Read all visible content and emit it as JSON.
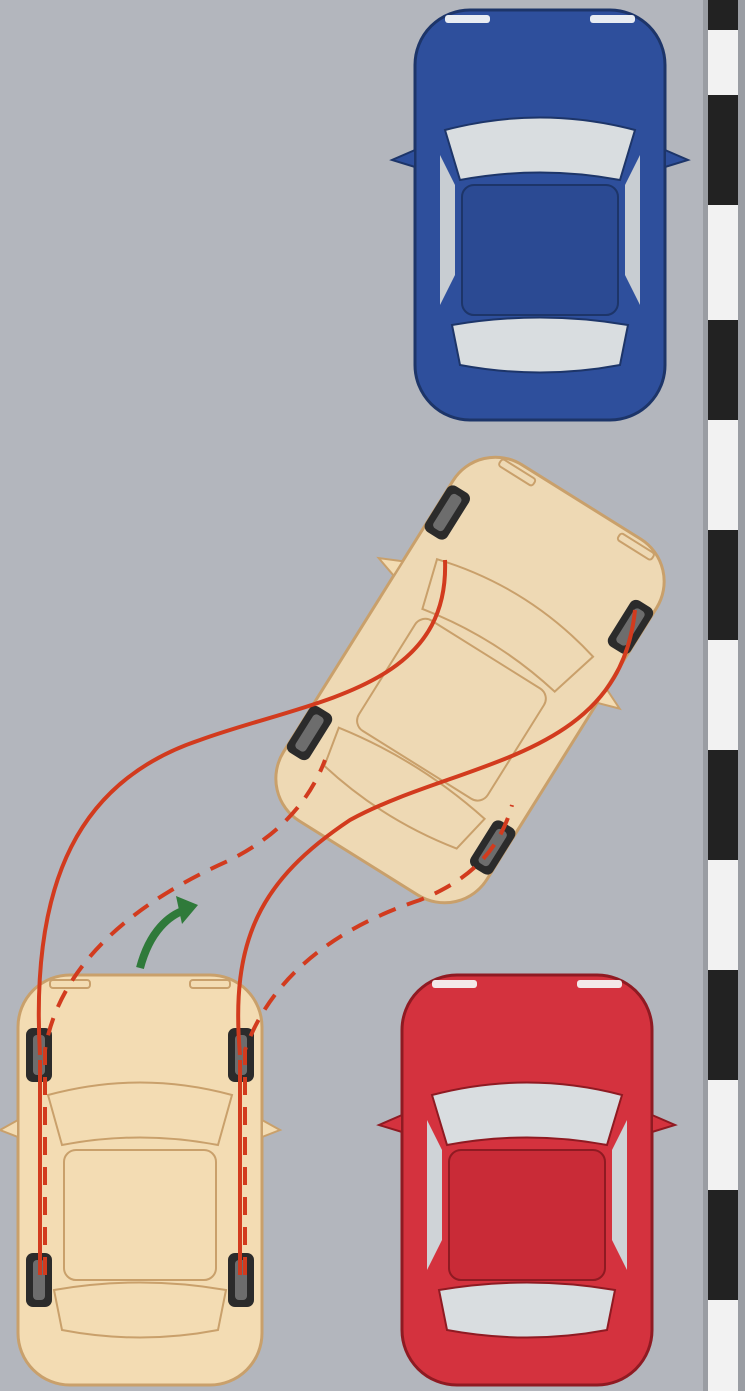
{
  "scene": {
    "description_key": "parallel-parking-manoeuvre",
    "colors": {
      "road": "#b3b6bd",
      "curb_dark": "#222222",
      "curb_light": "#f2f2f2",
      "blue_car": "#2e4f9c",
      "red_car": "#d4323e",
      "learner_car": "#f3dcb3",
      "learner_outline": "#c9a06b",
      "glass": "#d9dde0",
      "tire": "#2b2b2b",
      "path": "#d23b1e",
      "arrow": "#2f7a3a"
    },
    "cars": [
      {
        "name": "parked-car-front",
        "color": "blue"
      },
      {
        "name": "parked-car-rear",
        "color": "red"
      },
      {
        "name": "learner-car-start",
        "color": "beige"
      },
      {
        "name": "learner-car-end",
        "color": "beige"
      }
    ],
    "paths": [
      {
        "name": "front-wheel-path",
        "style": "solid"
      },
      {
        "name": "rear-wheel-path",
        "style": "dashed"
      }
    ],
    "arrow": {
      "name": "steering-direction-arrow",
      "direction": "right"
    }
  }
}
